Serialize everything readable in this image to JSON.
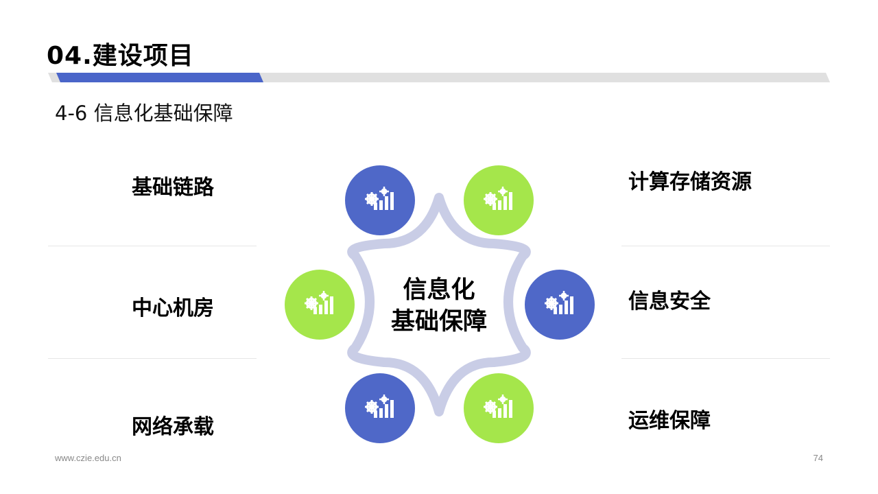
{
  "slide": {
    "title": "04.建设项目",
    "subtitle": "4-6 信息化基础保障",
    "center": {
      "line1": "信息化",
      "line2": "基础保障"
    },
    "left_items": [
      "基础链路",
      "中心机房",
      "网络承载"
    ],
    "right_items": [
      "计算存储资源",
      "信息安全",
      "运维保障"
    ],
    "footer_url": "www.czie.edu.cn",
    "page_number": "74"
  },
  "colors": {
    "blue": "#4f68c8",
    "green": "#a5e64b",
    "star_outline": "#c9cde6",
    "bar_gray": "#e0e0e0",
    "bar_accent": "#4a65c9"
  },
  "icons": {
    "node": "gear-chart-icon"
  }
}
